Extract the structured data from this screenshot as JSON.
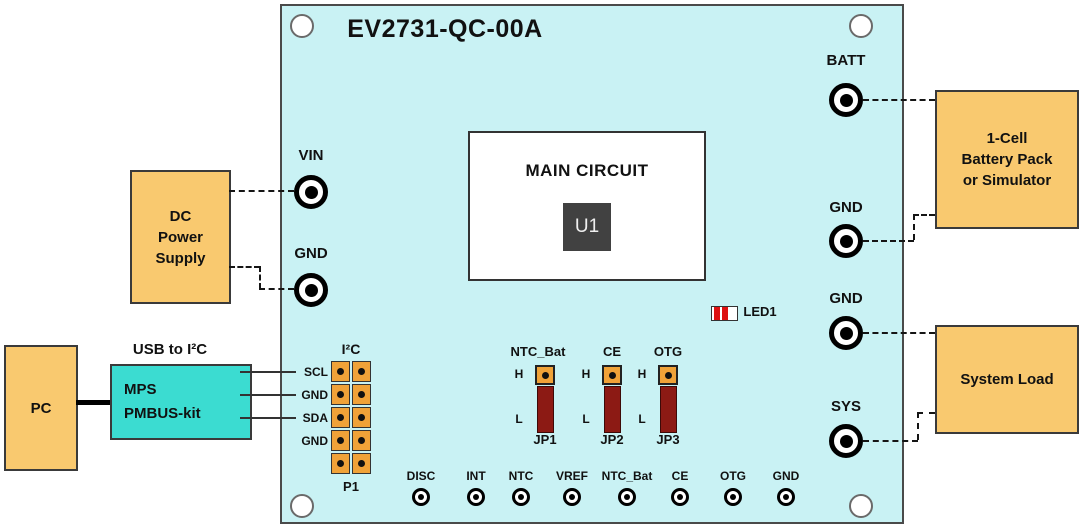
{
  "board": {
    "title": "EV2731-QC-00A",
    "main_circuit": {
      "title": "MAIN CIRCUIT",
      "chip_label": "U1"
    },
    "led_label": "LED1",
    "left_terminals": [
      {
        "label": "VIN"
      },
      {
        "label": "GND"
      }
    ],
    "right_terminals": [
      {
        "label": "BATT"
      },
      {
        "label": "GND"
      },
      {
        "label": "GND"
      },
      {
        "label": "SYS"
      }
    ],
    "i2c_header": {
      "title": "I²C",
      "pins": [
        "SCL",
        "GND",
        "SDA",
        "GND"
      ],
      "designator": "P1"
    },
    "jumpers": [
      {
        "signal": "NTC_Bat",
        "designator": "JP1",
        "high": "H",
        "low": "L"
      },
      {
        "signal": "CE",
        "designator": "JP2",
        "high": "H",
        "low": "L"
      },
      {
        "signal": "OTG",
        "designator": "JP3",
        "high": "H",
        "low": "L"
      }
    ],
    "test_points": [
      "DISC",
      "INT",
      "NTC",
      "VREF",
      "NTC_Bat",
      "CE",
      "OTG",
      "GND"
    ]
  },
  "external": {
    "dc_power_supply": "DC\nPower\nSupply",
    "pc": "PC",
    "usb_adapter_title": "USB to I²C",
    "usb_adapter_lines": [
      "MPS",
      "PMBUS-kit"
    ],
    "battery_pack": "1-Cell\nBattery Pack\nor Simulator",
    "system_load": "System Load"
  },
  "colors": {
    "board_fill": "#c9f2f4",
    "external_box_fill": "#f9c96f",
    "usb_kit_fill": "#3bdcd1",
    "jumper_body": "#8c1a14",
    "header_pin_fill": "#f0a238",
    "led_red": "#dd1111"
  }
}
